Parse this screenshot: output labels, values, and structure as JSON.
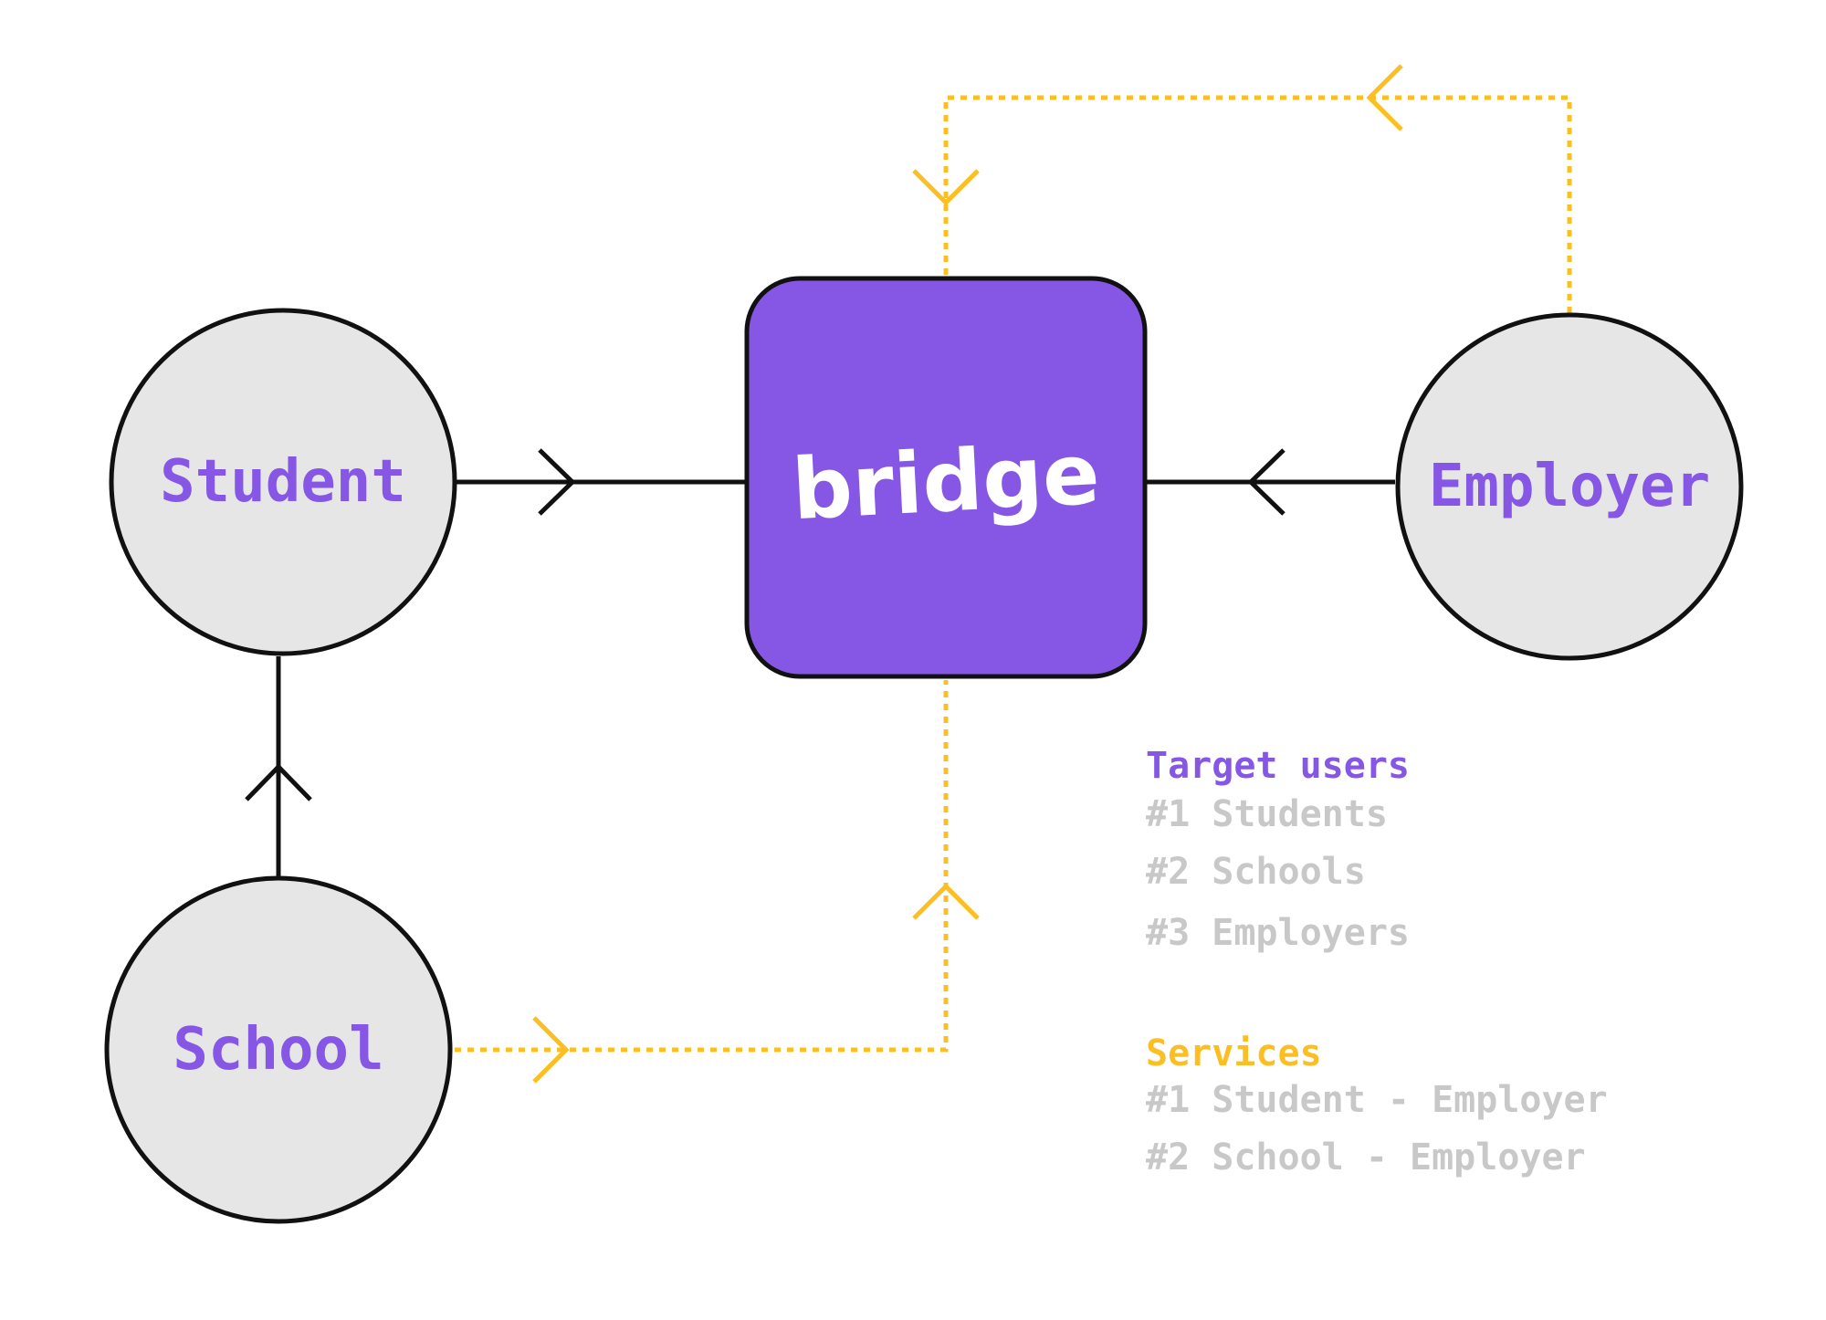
{
  "colors": {
    "accent_purple": "#8657E5",
    "node_fill": "#E6E6E6",
    "stroke": "#111111",
    "dotted_yellow": "#FBBF24",
    "muted_text": "#C8C8C8"
  },
  "center": {
    "logo": "bridge",
    "shape": "rounded-square",
    "color": "#8657E5"
  },
  "nodes": {
    "student": "Student",
    "school": "School",
    "employer": "Employer"
  },
  "connections": [
    {
      "from": "Student",
      "to": "bridge",
      "style": "solid"
    },
    {
      "from": "Employer",
      "to": "bridge",
      "style": "solid"
    },
    {
      "from": "School",
      "to": "Student",
      "style": "solid"
    },
    {
      "from": "School",
      "to": "bridge",
      "style": "dotted"
    },
    {
      "from": "Employer",
      "to": "bridge",
      "style": "dotted"
    }
  ],
  "target_users": {
    "heading": "Target users",
    "items": [
      "#1 Students",
      "#2 Schools",
      "#3 Employers"
    ]
  },
  "services": {
    "heading": "Services",
    "items": [
      "#1 Student - Employer",
      "#2 School - Employer"
    ]
  }
}
